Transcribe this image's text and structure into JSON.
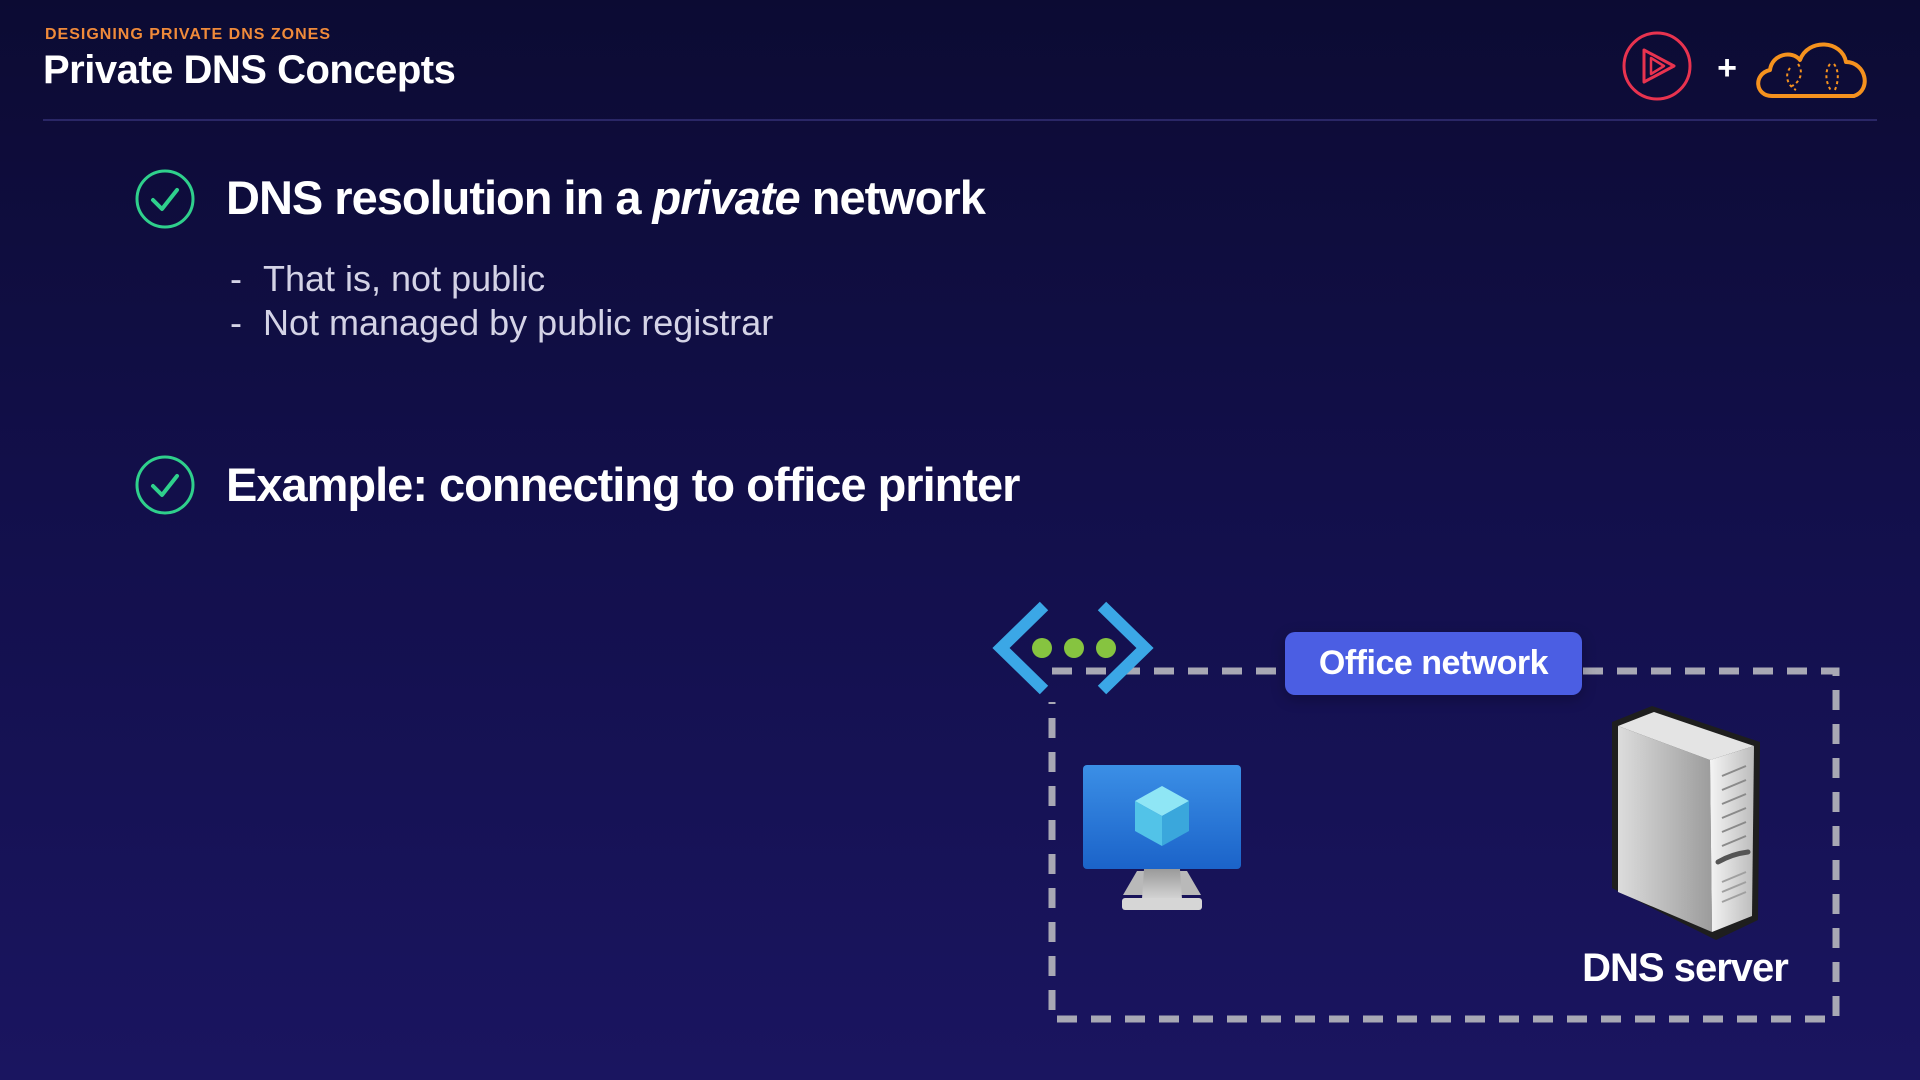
{
  "header": {
    "eyebrow": "DESIGNING PRIVATE DNS ZONES",
    "title": "Private DNS Concepts",
    "plus_sign": "+"
  },
  "bullets": [
    {
      "prefix": "DNS resolution in a ",
      "emphasis": "private",
      "suffix": " network",
      "sub_items": [
        "That is, not public",
        "Not managed by public registrar"
      ]
    },
    {
      "text": "Example: connecting to office printer"
    }
  ],
  "diagram": {
    "network_label": "Office network",
    "server_label": "DNS server",
    "icons": [
      "virtual-network-icon",
      "virtual-machine-icon",
      "server-tower-icon"
    ]
  },
  "sub_item_dash": "-",
  "colors": {
    "background": "#120f4a",
    "eyebrow": "#f08a3a",
    "check": "#2fd08c",
    "network_label_bg": "#4b5ee3",
    "dashed_border": "#a8a8b4",
    "brand_red": "#e8334f",
    "brand_orange": "#f5921e"
  }
}
